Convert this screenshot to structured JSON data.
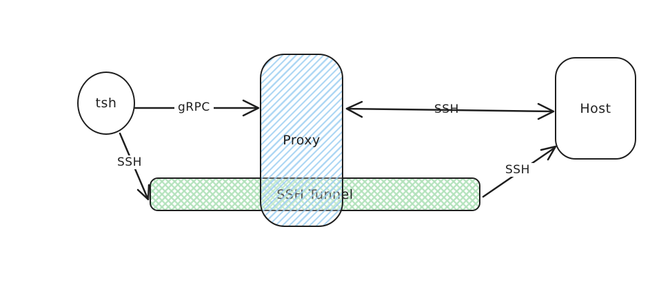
{
  "diagram": {
    "background_color": "#ffffff",
    "stroke_color": "#1e1e1e",
    "nodes": {
      "tsh": {
        "label": "tsh",
        "shape": "ellipse",
        "fill": "#ffffff"
      },
      "proxy": {
        "label": "Proxy",
        "shape": "rounded-rectangle",
        "fill": "#a5d8ff",
        "fill_style": "hachure"
      },
      "host": {
        "label": "Host",
        "shape": "rounded-rectangle",
        "fill": "#ffffff"
      },
      "tunnel": {
        "label": "SSH Tunnel",
        "shape": "rounded-rectangle",
        "fill": "#b2f2bb",
        "fill_style": "cross-hatch"
      }
    },
    "edges": [
      {
        "label": "gRPC",
        "from": "tsh",
        "to": "proxy",
        "arrows": "end"
      },
      {
        "label": "SSH",
        "from": "proxy",
        "to": "host",
        "arrows": "both"
      },
      {
        "label": "SSH",
        "from": "tsh",
        "to": "tunnel",
        "arrows": "end"
      },
      {
        "label": "SSH",
        "from": "tunnel",
        "to": "host",
        "arrows": "end"
      }
    ]
  }
}
